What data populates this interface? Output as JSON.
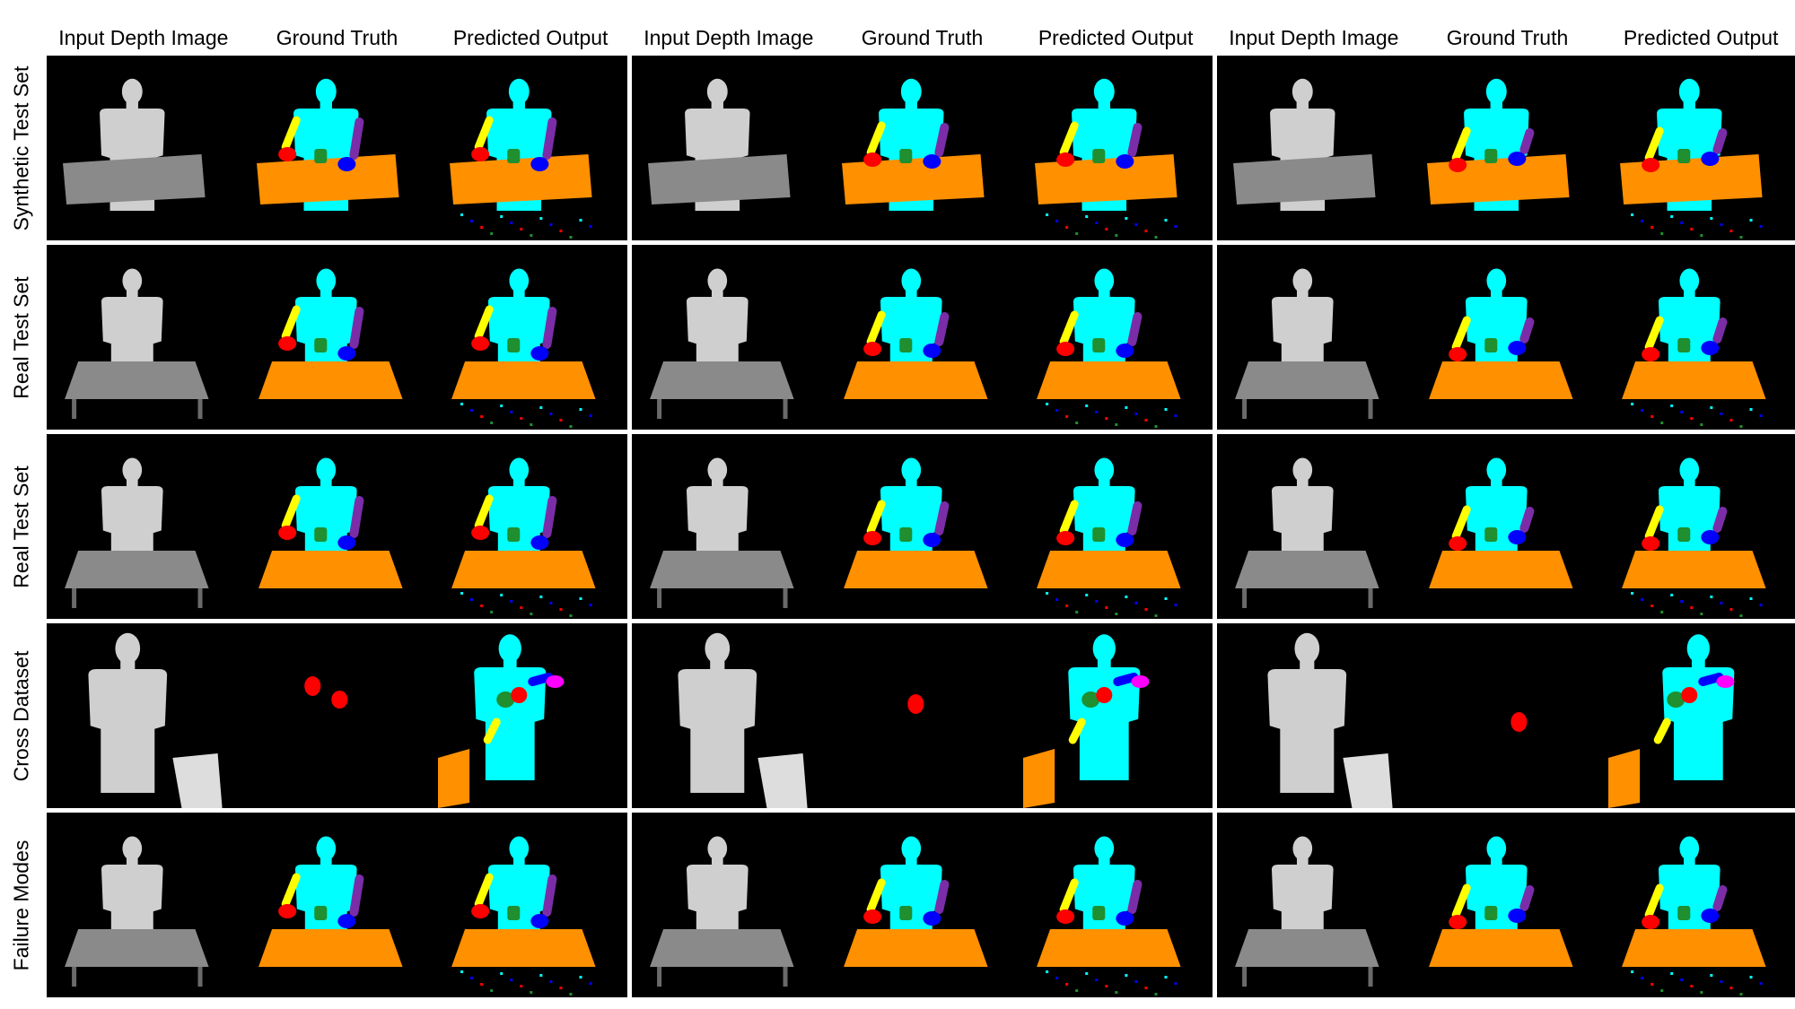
{
  "figure": {
    "column_headers": [
      "Input Depth Image",
      "Ground Truth",
      "Predicted Output",
      "Input Depth Image",
      "Ground Truth",
      "Predicted Output",
      "Input Depth Image",
      "Ground Truth",
      "Predicted Output"
    ],
    "row_labels": [
      "Synthetic Test Set",
      "Real Test Set",
      "Real Test Set",
      "Cross Dataset",
      "Failure Modes"
    ],
    "rows": [
      {
        "kind": "synthetic"
      },
      {
        "kind": "real"
      },
      {
        "kind": "real"
      },
      {
        "kind": "cross"
      },
      {
        "kind": "failure"
      }
    ],
    "image_types": [
      "depth",
      "gt",
      "pred"
    ],
    "colors": {
      "background": "#000000",
      "body": "#00ffff",
      "table": "#ff9000",
      "right_hand": "#ff0000",
      "right_arm": "#ffff00",
      "left_hand": "#0000ff",
      "left_arm": "#7b2da8",
      "object": "#1f8f2f",
      "head_part": "#ff00ff",
      "depth_person": "#cfcfcf",
      "depth_table": "#8a8a8a"
    }
  }
}
